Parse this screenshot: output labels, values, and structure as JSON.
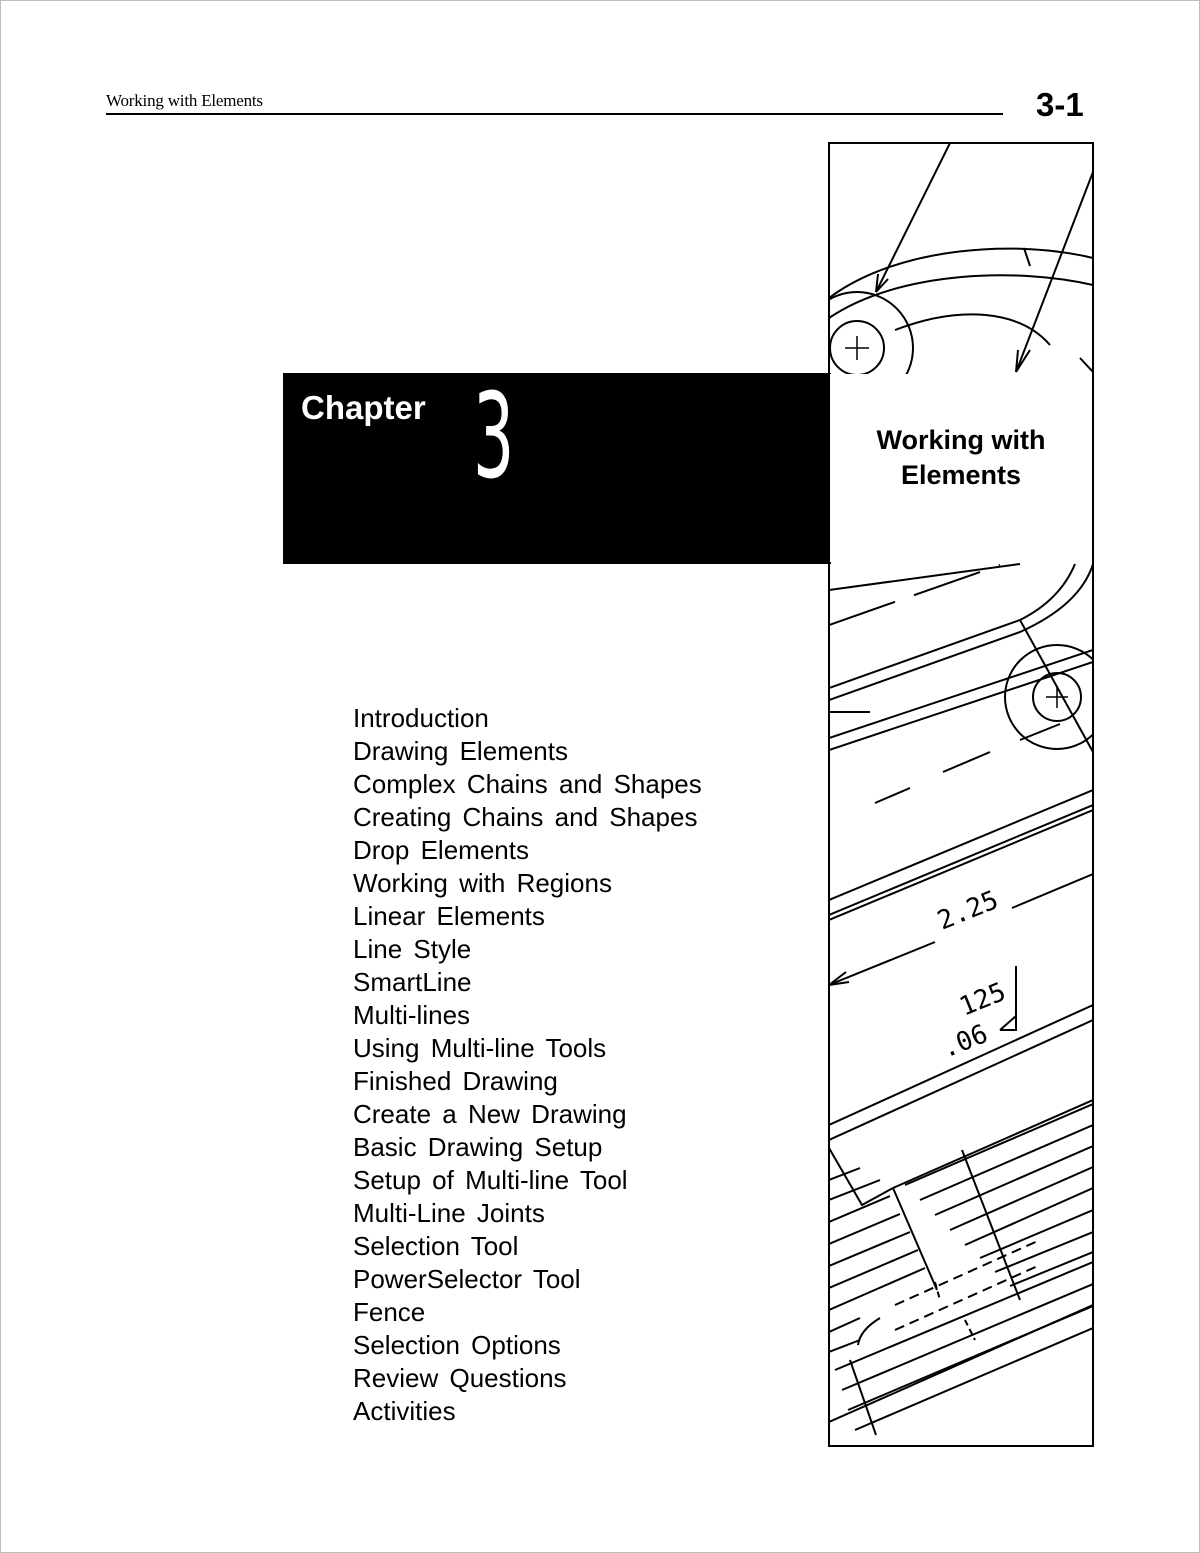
{
  "header": {
    "running_title": "Working with Elements",
    "page_number": "3-1"
  },
  "chapter": {
    "label": "Chapter",
    "number": "3",
    "title_line1": "Working with",
    "title_line2": "Elements"
  },
  "drawing": {
    "dimension_main": "2.25",
    "dimension_small1": "125",
    "dimension_small2": ".06"
  },
  "toc": [
    "Introduction",
    "Drawing Elements",
    "Complex Chains and Shapes",
    "Creating Chains and Shapes",
    "Drop Elements",
    "Working with Regions",
    "Linear Elements",
    "Line Style",
    "SmartLine",
    "Multi-lines",
    "Using Multi-line Tools",
    "Finished Drawing",
    "Create a New Drawing",
    "Basic Drawing Setup",
    "Setup of Multi-line Tool",
    "Multi-Line Joints",
    "Selection Tool",
    "PowerSelector Tool",
    "Fence",
    "Selection Options",
    "Review Questions",
    "Activities"
  ]
}
